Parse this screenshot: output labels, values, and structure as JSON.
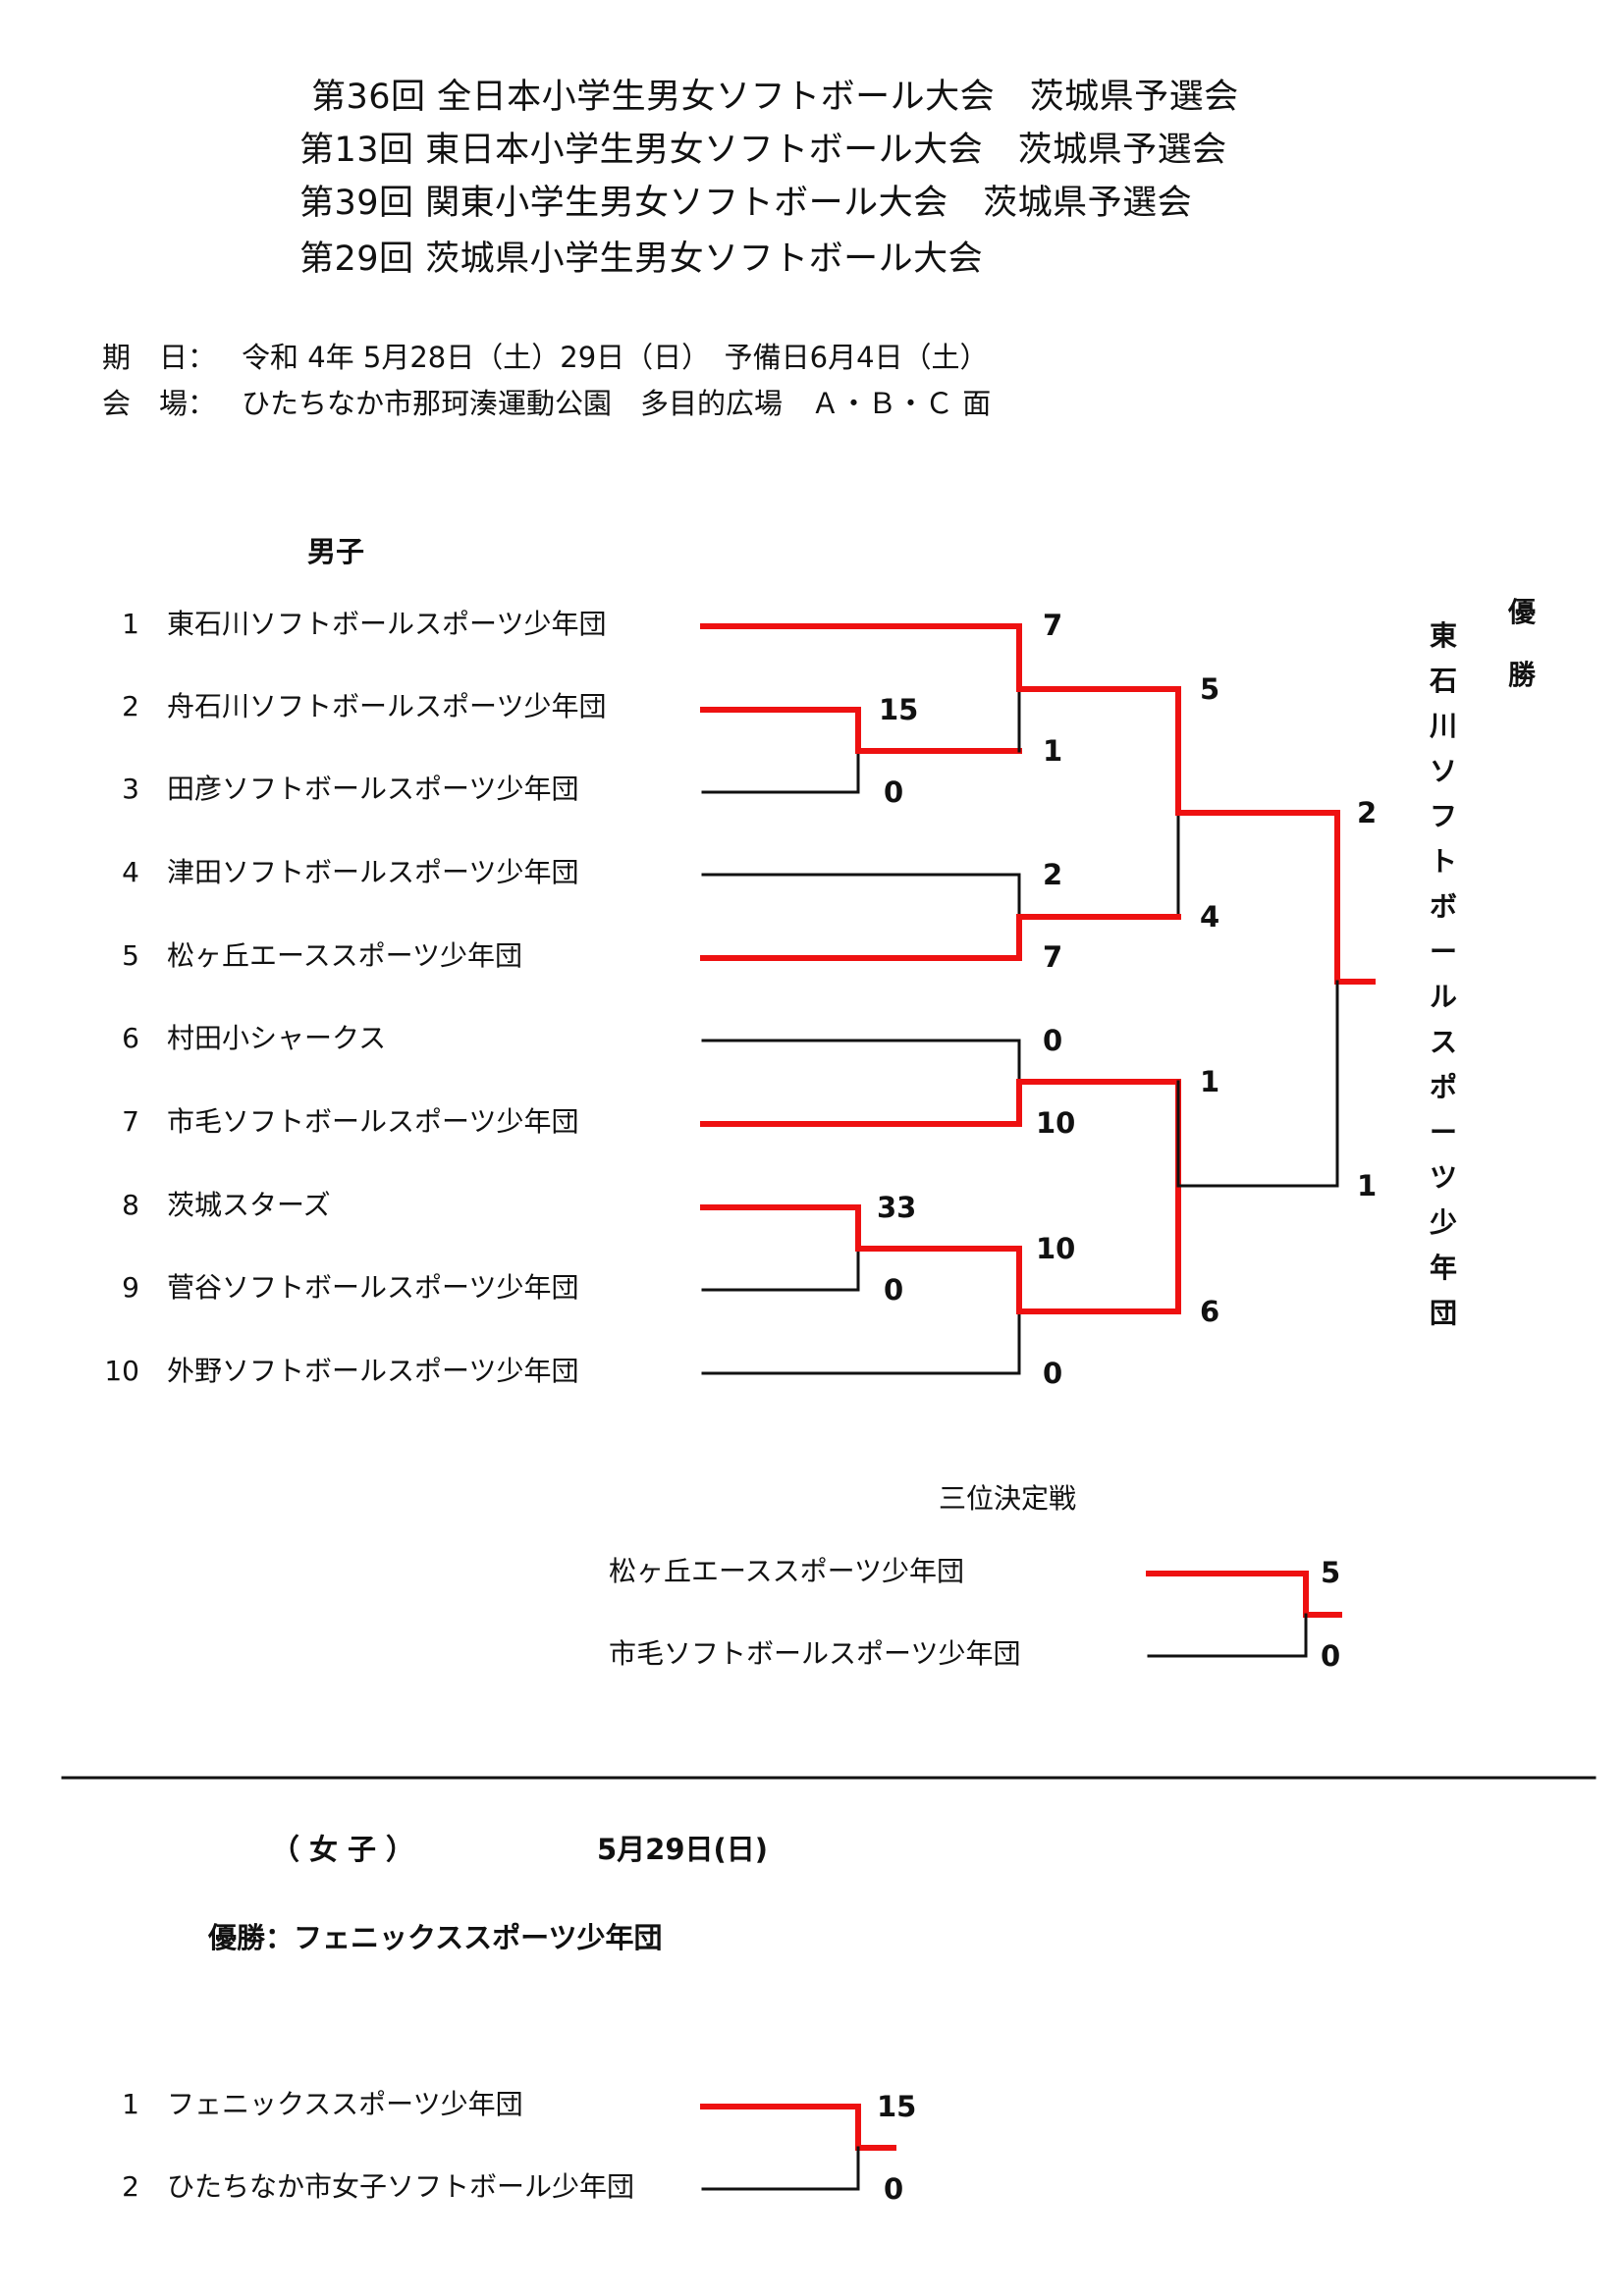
{
  "titles": [
    "第36回 全日本小学生男女ソフトボール大会　茨城県予選会",
    "第13回 東日本小学生男女ソフトボール大会　茨城県予選会",
    "第39回 関東小学生男女ソフトボール大会　茨城県予選会",
    "第29回 茨城県小学生男女ソフトボール大会"
  ],
  "info": {
    "date_label": "期　日：",
    "date_value": "令和 4年 5月28日（土）29日（日）　予備日6月4日（土）",
    "venue_label": "会　場：",
    "venue_value": "ひたちなか市那珂湊運動公園　多目的広場　Ａ・Ｂ・Ｃ 面"
  },
  "boys": {
    "heading": "男子",
    "teams": [
      {
        "seed": "1",
        "name": "東石川ソフトボールスポーツ少年団"
      },
      {
        "seed": "2",
        "name": "舟石川ソフトボールスポーツ少年団"
      },
      {
        "seed": "3",
        "name": "田彦ソフトボールスポーツ少年団"
      },
      {
        "seed": "4",
        "name": "津田ソフトボールスポーツ少年団"
      },
      {
        "seed": "5",
        "name": "松ヶ丘エーススポーツ少年団"
      },
      {
        "seed": "6",
        "name": "村田小シャークス"
      },
      {
        "seed": "7",
        "name": "市毛ソフトボールスポーツ少年団"
      },
      {
        "seed": "8",
        "name": "茨城スターズ"
      },
      {
        "seed": "9",
        "name": "菅谷ソフトボールスポーツ少年団"
      },
      {
        "seed": "10",
        "name": "外野ソフトボールスポーツ少年団"
      }
    ],
    "scores": {
      "m_2v3": [
        "15",
        "0"
      ],
      "m_1vW": [
        "7",
        "1"
      ],
      "m_4v5": [
        "2",
        "7"
      ],
      "m_6v7": [
        "0",
        "10"
      ],
      "m_8v9": [
        "33",
        "0"
      ],
      "m_Wv10": [
        "10",
        "0"
      ],
      "sf_top": [
        "5",
        "4"
      ],
      "sf_bottom": [
        "1",
        "6"
      ],
      "final": [
        "2",
        "1"
      ]
    },
    "champion_label": "優勝",
    "champion_name": "東石川ソフトボールスポーツ少年団"
  },
  "third_place": {
    "heading": "三位決定戦",
    "teams": [
      "松ヶ丘エーススポーツ少年団",
      "市毛ソフトボールスポーツ少年団"
    ],
    "scores": [
      "5",
      "0"
    ]
  },
  "girls": {
    "heading": "（女子）",
    "date": "5月29日(日)",
    "champion_line": "優勝：フェニックススポーツ少年団",
    "teams": [
      {
        "seed": "1",
        "name": "フェニックススポーツ少年団"
      },
      {
        "seed": "2",
        "name": "ひたちなか市女子ソフトボール少年団"
      }
    ],
    "scores": [
      "15",
      "0"
    ]
  },
  "colors": {
    "winner_line": "#ee1111",
    "loser_line": "#111111"
  }
}
